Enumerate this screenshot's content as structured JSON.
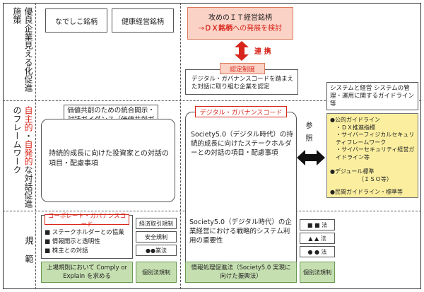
{
  "rows": {
    "top_label": "優良企業見える化促進施策",
    "mid_label_red_1": "自主的",
    "mid_label_dot": "・",
    "mid_label_red_2": "自発的",
    "mid_label_black_1": "な対話",
    "mid_label_black_2": "促進のフレームワーク",
    "bottom_label": "規範"
  },
  "top": {
    "nadeshiko": "なでしこ銘柄",
    "kenko": "健康経営銘柄",
    "dx_line1": "攻めのＩＴ経営銘柄",
    "dx_line2_prefix": "→",
    "dx_line2_red": "ＤＸ銘柄",
    "dx_line2_suffix": "への発展を検討",
    "renkei": "連 携",
    "nintei_badge": "認定制度",
    "nintei_text": "デジタル・ガバナンスコードを踏まえた対話に取り組む企業を認定"
  },
  "mid": {
    "guidance_title": "価値共創のための統合開示・対話ガイダンス（価値共創ガイダンス）",
    "guidance_body": "持続的成長に向けた投資家との対話の項目・配慮事項",
    "dg_badge": "デジタル・ガバナンスコード",
    "dg_body": "Society5.0（デジタル時代）の持続的成長に向けたステークホルダーとの対話の項目・配慮事項",
    "sansho": "参照"
  },
  "right": {
    "guideline_box": "システムと経営 システムの管理・運用に関するガイドライン等",
    "items": [
      "●公的ガイドライン",
      "・ＤＸ推進指標",
      "・サイバーフィジカルセキュリティフレームワーク",
      "・サイバーセキュリティ経営ガイドライン等",
      "●デジュール標準",
      "（ＩＳＯ等）",
      "●民間ガイドライン・標準等"
    ]
  },
  "bottom": {
    "cg_badge": "コーポレート・ガバナンスコード",
    "cg_items": [
      "■ ステークホルダーとの協業",
      "■ 情報開示と透明性",
      "■ 株主との対話"
    ],
    "law_left": [
      "経済取引規制",
      "安全規制",
      "●●業法"
    ],
    "listing_rule": "上場規則において Comply or Explain を求める",
    "kobetsu_left": "個別法規制",
    "society_text": "Society5.0（デジタル時代）の企業経営における戦略的システム利用の重要性",
    "law_right": [
      "■ ■ 法",
      "▲ ▲ 法",
      "● ● 法"
    ],
    "promotion_law": "情報処理促進法（Society5.0 実現に向けた振興法）",
    "kobetsu_right": "個別法規制"
  },
  "colors": {
    "accent_red": "#d8261c",
    "green": "#c5dfb0",
    "yellow": "#fbef9f",
    "pink": "#fbd2c6"
  }
}
